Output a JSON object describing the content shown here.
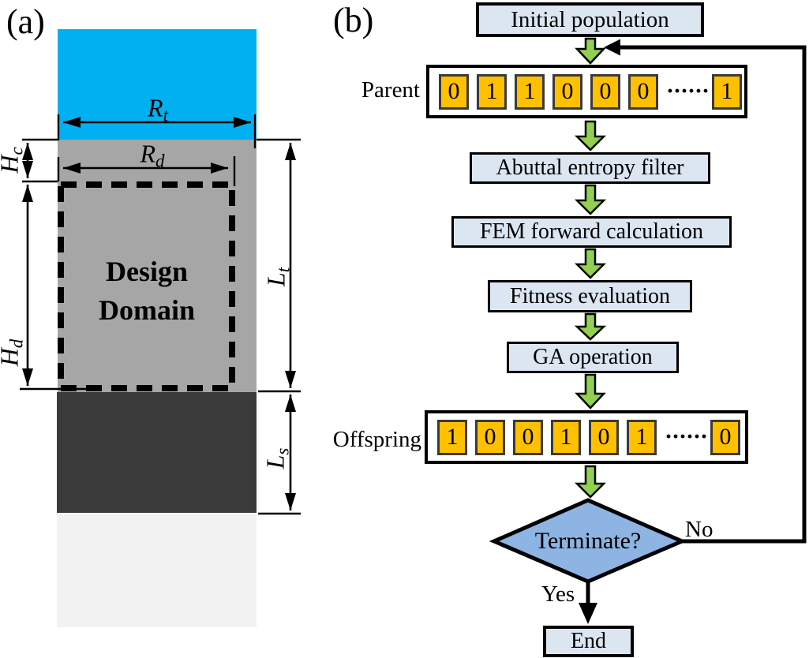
{
  "panel_a": {
    "label": "(a)",
    "design_domain_line1": "Design",
    "design_domain_line2": "Domain",
    "dims": {
      "rt": {
        "main": "R",
        "sub": "t"
      },
      "rd": {
        "main": "R",
        "sub": "d"
      },
      "hc": {
        "main": "H",
        "sub": "c"
      },
      "hd": {
        "main": "H",
        "sub": "d"
      },
      "lt": {
        "main": "L",
        "sub": "t"
      },
      "ls": {
        "main": "L",
        "sub": "s"
      }
    }
  },
  "panel_b": {
    "label": "(b)",
    "boxes": {
      "initial": "Initial population",
      "abuttal": "Abuttal entropy filter",
      "fem": "FEM forward calculation",
      "fitness": "Fitness evaluation",
      "ga": "GA operation",
      "end": "End"
    },
    "parent": {
      "label": "Parent",
      "cells": [
        "0",
        "1",
        "1",
        "0",
        "0",
        "0"
      ],
      "dots": "······",
      "last": "1"
    },
    "offspring": {
      "label": "Offspring",
      "cells": [
        "1",
        "0",
        "0",
        "1",
        "0",
        "1"
      ],
      "dots": "······",
      "last": "0"
    },
    "decision": {
      "text": "Terminate?",
      "no": "No",
      "yes": "Yes"
    }
  },
  "colors": {
    "cyan": "#00B0F0",
    "gray": "#A6A6A6",
    "darkgray": "#3B3B3B",
    "lightgray": "#F2F2F2",
    "box-fill": "#DCE6F1",
    "cell-orange": "#FFC000",
    "diamond-blue": "#8DB4E2",
    "arrow-green": "#92D050"
  }
}
